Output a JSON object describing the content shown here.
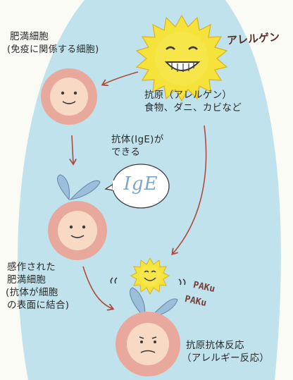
{
  "labels": {
    "mast_cell_title": "肥満細胞",
    "mast_cell_note": "(免疫に関係する細胞)",
    "allergen_handwritten": "アレルゲン",
    "antigen_line1": "抗原（アレルゲン）",
    "antigen_line2": "食物、ダニ、カビなど",
    "antibody_line1": "抗体(IgE)が",
    "antibody_line2": "できる",
    "ige_bubble": "IgE",
    "sensitized_line1": "感作された",
    "sensitized_line2": "肥満細胞",
    "sensitized_line3": "(抗体が細胞",
    "sensitized_line4": "の表面に結合)",
    "paku1": "PAKu",
    "paku2": "PAKu",
    "reaction_line1": "抗原抗体反応",
    "reaction_line2": "（アレルギー反応）"
  },
  "colors": {
    "background_arc": "#bfe2ec",
    "cell_outer": "#e8a89c",
    "cell_inner": "#f7d9c4",
    "sun": "#f5e23a",
    "antibody_ears": "#9bbfda",
    "arrow": "#b04a3f"
  }
}
